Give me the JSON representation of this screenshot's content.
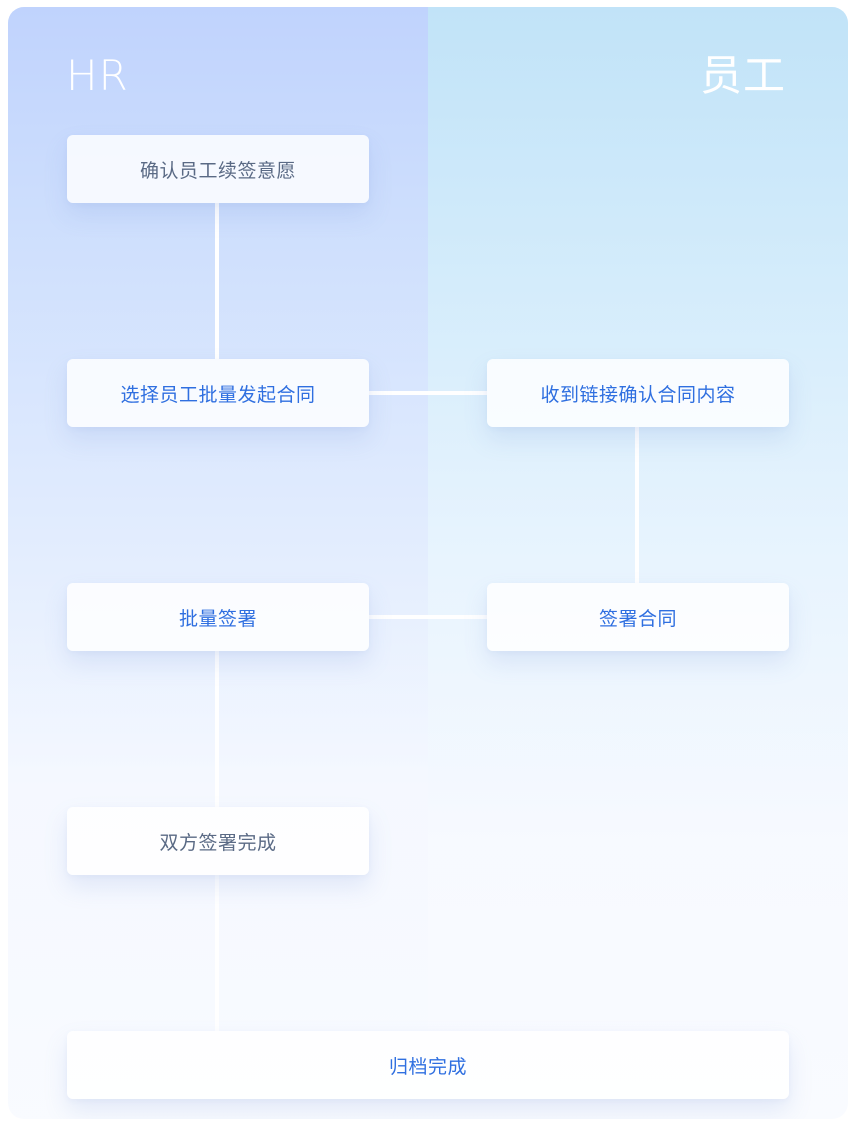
{
  "lanes": {
    "hr": "HR",
    "employee": "员工"
  },
  "steps": {
    "confirm_renewal": "确认员工续签意愿",
    "batch_initiate": "选择员工批量发起合同",
    "receive_link": "收到链接确认合同内容",
    "batch_sign": "批量签署",
    "employee_sign": "签署合同",
    "both_signed": "双方签署完成",
    "archive": "归档完成"
  },
  "colors": {
    "hr_lane_top": "#c0d3fd",
    "employee_lane_top": "#c1e3f8",
    "grey_text": "#5a6a85",
    "blue_text": "#2f6fe0",
    "connector": "#ffffff"
  }
}
